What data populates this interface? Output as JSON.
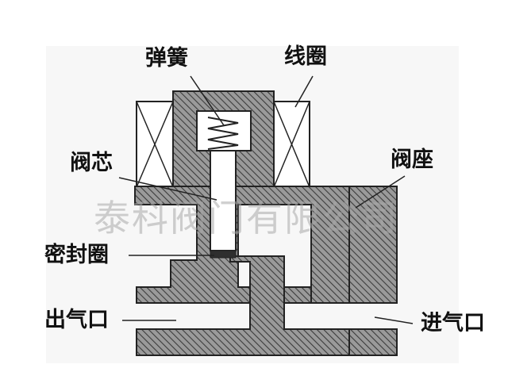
{
  "labels": {
    "spring": "弹簧",
    "coil": "线圈",
    "core": "阀芯",
    "seat": "阀座",
    "seal": "密封圈",
    "outlet": "出气口",
    "inlet": "进气口"
  },
  "watermark": "泰科阀门有限公司",
  "colors": {
    "background": "#ffffff",
    "panel": "#f7f7f7",
    "body_fill": "#8f8f8f",
    "outline": "#222222",
    "seal": "#2e2e2e"
  }
}
